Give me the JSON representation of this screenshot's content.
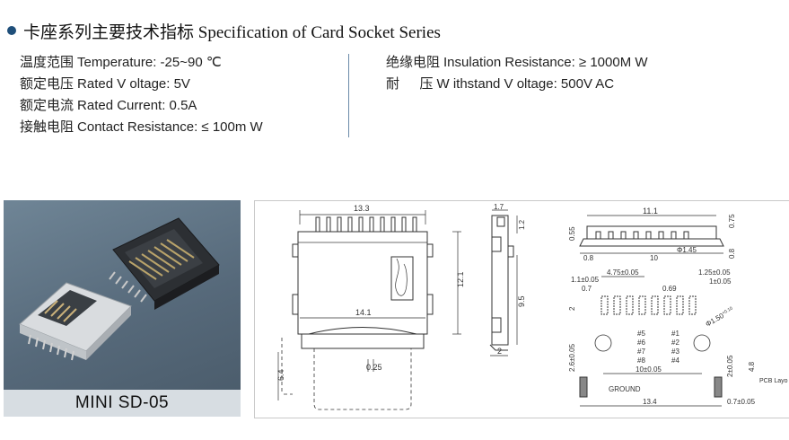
{
  "header": {
    "title": "卡座系列主要技术指标 Specification of Card Socket Series"
  },
  "specs_left": [
    {
      "zh": "温度范围",
      "en": "Temperature: -25~90  ℃"
    },
    {
      "zh": "额定电压",
      "en": "Rated V oltage: 5V"
    },
    {
      "zh": "额定电流",
      "en": "Rated Current: 0.5A"
    },
    {
      "zh": "接触电阻",
      "en": "Contact Resistance:    ≤ 100m W"
    }
  ],
  "specs_right": [
    {
      "zh": "绝缘电阻",
      "en": "Insulation Resistance:     ≥ 1000M W"
    },
    {
      "zh": "耐      压",
      "en": "W ithstand V oltage: 500V   AC"
    }
  ],
  "product": {
    "name": "MINI SD-05"
  },
  "drawing": {
    "front": {
      "d1": "13.3",
      "d2": "12.1",
      "d3": "14.1",
      "d4": "0.25",
      "d5": "6.4"
    },
    "side": {
      "d1": "1.7",
      "d2": "1.2",
      "d3": "9.5",
      "d4": "2"
    },
    "top": {
      "d1": "11.1",
      "d2": "0.55",
      "d3": "0.75",
      "d4": "0.8",
      "d5": "10",
      "d6": "0.8",
      "d7": "Φ1.45"
    },
    "footprint": {
      "d1": "4.75±0.05",
      "d2": "1.25±0.05",
      "d3": "1.1±0.05",
      "d4": "1±0.05",
      "d5": "0.7",
      "d6": "0.69",
      "d7": "2",
      "d8": "Φ1.50",
      "d8_sup": "+0.10",
      "d8_sub": "0.00",
      "d9": "2.6±0.05",
      "d10": "10±0.05",
      "d11": "2±0.05",
      "d12": "4.8",
      "d13": "13.4",
      "d14": "0.7±0.05",
      "pins_left": [
        "#5",
        "#6",
        "#7",
        "#8"
      ],
      "pins_right": [
        "#1",
        "#2",
        "#3",
        "#4"
      ],
      "ground": "GROUND",
      "pcb": "PCB Layo"
    }
  }
}
